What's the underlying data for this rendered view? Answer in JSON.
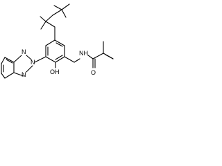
{
  "atoms": {
    "n1": "N",
    "n2": "N",
    "n3": "N",
    "oh": "OH",
    "nh": "NH",
    "o": "O"
  }
}
